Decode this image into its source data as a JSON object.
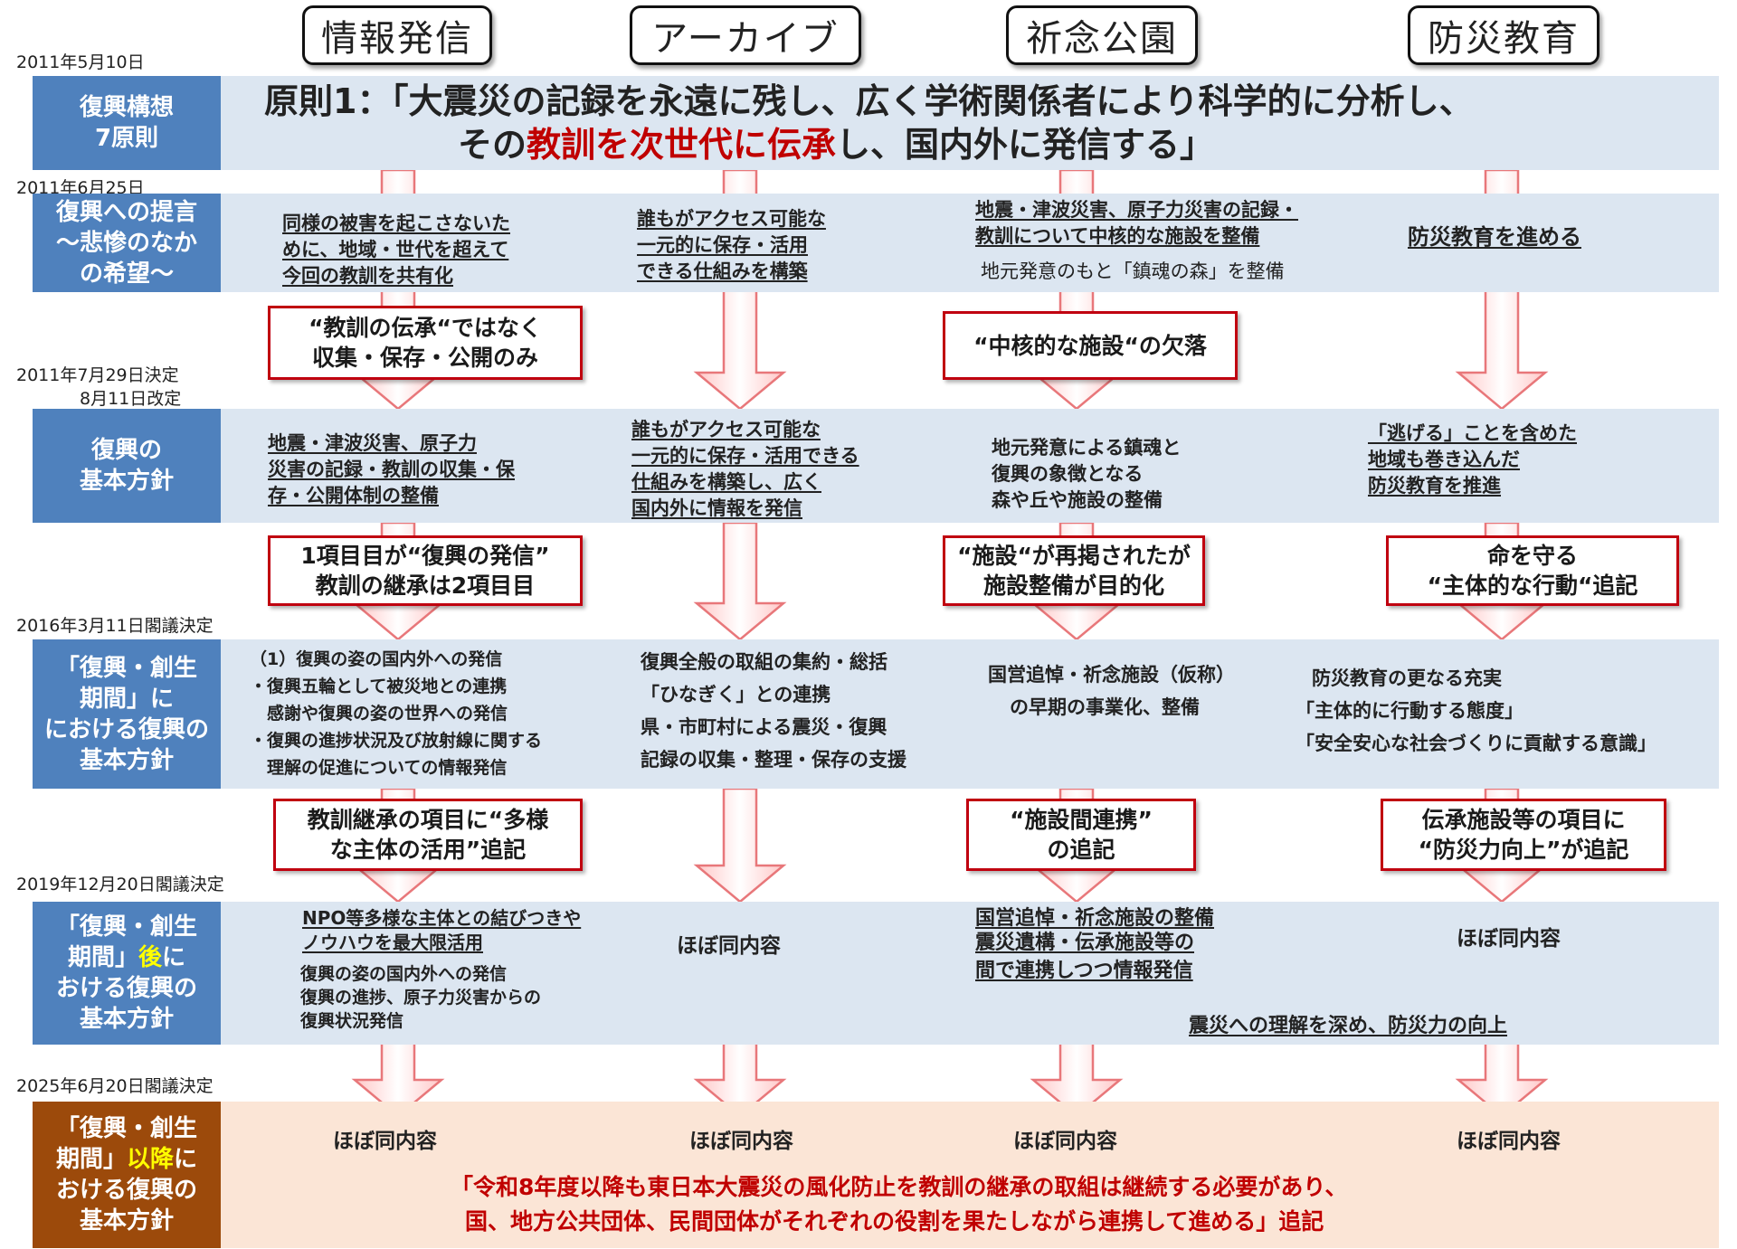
{
  "columns": [
    "情報発信",
    "アーカイブ",
    "祈念公園",
    "防災教育"
  ],
  "dates": {
    "d1": "2011年5月10日",
    "d2": "2011年6月25日",
    "d3a": "2011年7月29日決定",
    "d3b": "8月11日改定",
    "d4": "2016年3月11日閣議決定",
    "d5": "2019年12月20日閣議決定",
    "d6": "2025年6月20日閣議決定"
  },
  "rows": {
    "r1": {
      "label": [
        "復興構想",
        "7原則"
      ],
      "line1": "原則1：「大震災の記録を永遠に残し、広く学術関係者により科学的に分析し、",
      "line2_pre": "その",
      "line2_red": "教訓を次世代に伝承",
      "line2_post": "し、国内外に発信する」"
    },
    "r2": {
      "label": [
        "復興への提言",
        "～悲惨のなか",
        "の希望～"
      ],
      "c1": [
        "同様の被害を起こさないた",
        "めに、地域・世代を超えて",
        "今回の教訓を共有化"
      ],
      "c2": [
        "誰もがアクセス可能な",
        "一元的に保存・活用",
        "できる仕組みを構築"
      ],
      "c3": [
        "地震・津波災害、原子力災害の記録・",
        "教訓について中核的な施設を整備"
      ],
      "c3b": "地元発意のもと「鎮魂の森」を整備",
      "c4": "防災教育を進める"
    },
    "r3": {
      "label": [
        "復興の",
        "基本方針"
      ],
      "c1": [
        "地震・津波災害、原子力",
        "災害の記録・教訓の収集・保",
        "存・公開体制の整備"
      ],
      "c2": [
        "誰もがアクセス可能な",
        "一元的に保存・活用できる",
        "仕組みを構築し、広く",
        "国内外に情報を発信"
      ],
      "c3": [
        "地元発意による鎮魂と",
        "復興の象徴となる",
        "森や丘や施設の整備"
      ],
      "c4": [
        "「逃げる」ことを含めた",
        "地域も巻き込んだ",
        "防災教育を推進"
      ]
    },
    "r4": {
      "label": [
        "「復興・創生",
        "期間」に",
        "における復興の",
        "基本方針"
      ],
      "c1": [
        "（1）復興の姿の国内外への発信",
        "・復興五輪として被災地との連携",
        "　感謝や復興の姿の世界への発信",
        "・復興の進捗状況及び放射線に関する",
        "　理解の促進についての情報発信"
      ],
      "c2": [
        "復興全般の取組の集約・総括",
        "「ひなぎく」との連携",
        "県・市町村による震災・復興",
        "記録の収集・整理・保存の支援"
      ],
      "c3": [
        "国営追悼・祈念施設（仮称）",
        "の早期の事業化、整備"
      ],
      "c4": [
        "防災教育の更なる充実",
        "「主体的に行動する態度」",
        "「安全安心な社会づくりに貢献する意識」"
      ]
    },
    "r5": {
      "label_pre": "期間」",
      "label_yellow": "後",
      "label_post": "に",
      "label": [
        "「復興・創生",
        "おける復興の",
        "基本方針"
      ],
      "c1a": [
        "NPO等多様な主体との結びつきや",
        "ノウハウを最大限活用"
      ],
      "c1b": [
        "復興の姿の国内外への発信",
        "復興の進捗、原子力災害からの",
        "復興状況発信"
      ],
      "c2": "ほぼ同内容",
      "c3": [
        "国営追悼・祈念施設の整備",
        "震災遺構・伝承施設等の",
        "間で連携しつつ情報発信"
      ],
      "c4": "ほぼ同内容",
      "c34": "震災への理解を深め、防災力の向上"
    },
    "r6": {
      "label_pre": "期間」",
      "label_yellow": "以降",
      "label_post": "に",
      "label": [
        "「復興・創生",
        "おける復興の",
        "基本方針"
      ],
      "c1": "ほぼ同内容",
      "c2": "ほぼ同内容",
      "c3": "ほぼ同内容",
      "c4": "ほぼ同内容",
      "red1": "「令和8年度以降も東日本大震災の風化防止を教訓の継承の取組は継続する必要があり、",
      "red2": "国、地方公共団体、民間団体がそれぞれの役割を果たしながら連携して進める」追記"
    }
  },
  "callouts": {
    "a1": [
      "“教訓の伝承“ではなく",
      "収集・保存・公開のみ"
    ],
    "a3": "“中核的な施設“の欠落",
    "b1": [
      "1項目目が“復興の発信”",
      "教訓の継承は2項目目"
    ],
    "b3": [
      "“施設“が再掲されたが",
      "施設整備が目的化"
    ],
    "b4": [
      "命を守る",
      "“主体的な行動“追記"
    ],
    "c1": [
      "教訓継承の項目に“多様",
      "な主体の活用”追記"
    ],
    "c3": [
      "“施設間連携”",
      "の追記"
    ],
    "c4": [
      "伝承施設等の項目に",
      "“防災力向上”が追記"
    ]
  },
  "colors": {
    "band": "#dce6f1",
    "label": "#4f81bd",
    "band_last": "#fbe5d6",
    "label_last": "#9c4a0b",
    "accent_red": "#c00000"
  }
}
